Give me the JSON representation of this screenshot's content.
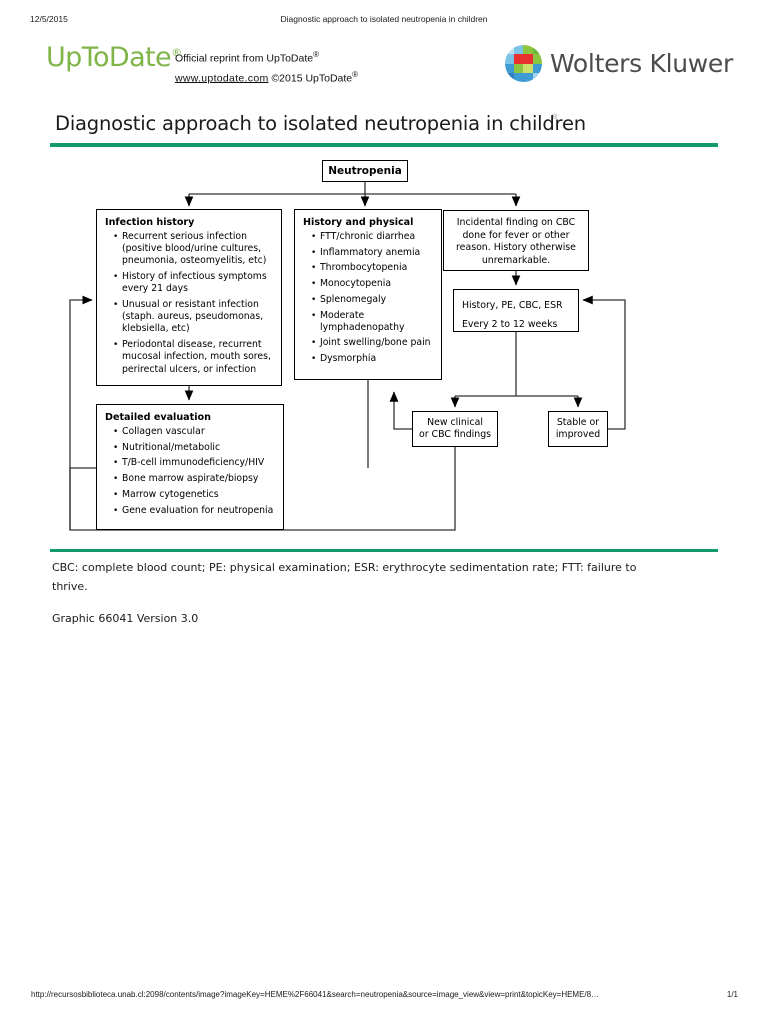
{
  "print_header": {
    "date": "12/5/2015",
    "title": "Diagnostic approach to isolated neutropenia in children"
  },
  "brand": {
    "uptodate_logo": "UpToDate",
    "uptodate_reg": "®",
    "reprint_line1_a": "Official reprint from UpToDate",
    "reprint_line1_sup": "®",
    "reprint_url": "www.uptodate.com",
    "reprint_copyright": "©2015 UpToDate",
    "reprint_line2_sup": "®",
    "wolters_kluwer": "Wolters Kluwer",
    "wk_reg": "®",
    "colors": {
      "uptodate_green": "#7fb548",
      "rule_green": "#12996b",
      "wk_red": "#e8312f",
      "wk_green": "#8cc63e",
      "wk_blue": "#3e9bd4",
      "wk_text_gray": "#4c4c4c"
    }
  },
  "document": {
    "title": "Diagnostic approach to isolated neutropenia in children",
    "legend": "CBC: complete blood count; PE: physical examination; ESR: erythrocyte sedimentation rate; FTT: failure to thrive.",
    "graphic_id": "Graphic 66041 Version 3.0"
  },
  "diagram": {
    "nodes": {
      "neutropenia": {
        "label": "Neutropenia"
      },
      "infection_history": {
        "heading": "Infection history",
        "items": [
          "Recurrent serious infection (positive blood/urine cultures, pneumonia, osteomyelitis, etc)",
          "History of infectious symptoms every 21 days",
          "Unusual or resistant infection (staph. aureus, pseudomonas, klebsiella, etc)",
          "Periodontal disease, recurrent mucosal infection, mouth sores, perirectal ulcers, or infection"
        ]
      },
      "history_and_physical": {
        "heading": "History and physical",
        "items": [
          "FTT/chronic diarrhea",
          "Inflammatory anemia",
          "Thrombocytopenia",
          "Monocytopenia",
          "Splenomegaly",
          "Moderate lymphadenopathy",
          "Joint swelling/bone pain",
          "Dysmorphia"
        ]
      },
      "incidental_finding": {
        "text": "Incidental finding on CBC done for fever or other reason. History otherwise unremarkable."
      },
      "followup": {
        "line1": "History, PE, CBC, ESR",
        "line2": "Every 2 to 12 weeks"
      },
      "detailed_evaluation": {
        "heading": "Detailed evaluation",
        "items": [
          "Collagen vascular",
          "Nutritional/metabolic",
          "T/B-cell immunodeficiency/HIV",
          "Bone marrow aspirate/biopsy",
          "Marrow cytogenetics",
          "Gene evaluation for neutropenia"
        ]
      },
      "new_clinical": {
        "line1": "New clinical",
        "line2": "or CBC findings"
      },
      "stable_improved": {
        "line1": "Stable or",
        "line2": "improved"
      }
    }
  },
  "page_footer": {
    "url": "http://recursosbiblioteca.unab.cl:2098/contents/image?imageKey=HEME%2F66041&search=neutropenia&source=image_view&view=print&topicKey=HEME/8…",
    "page": "1/1"
  }
}
